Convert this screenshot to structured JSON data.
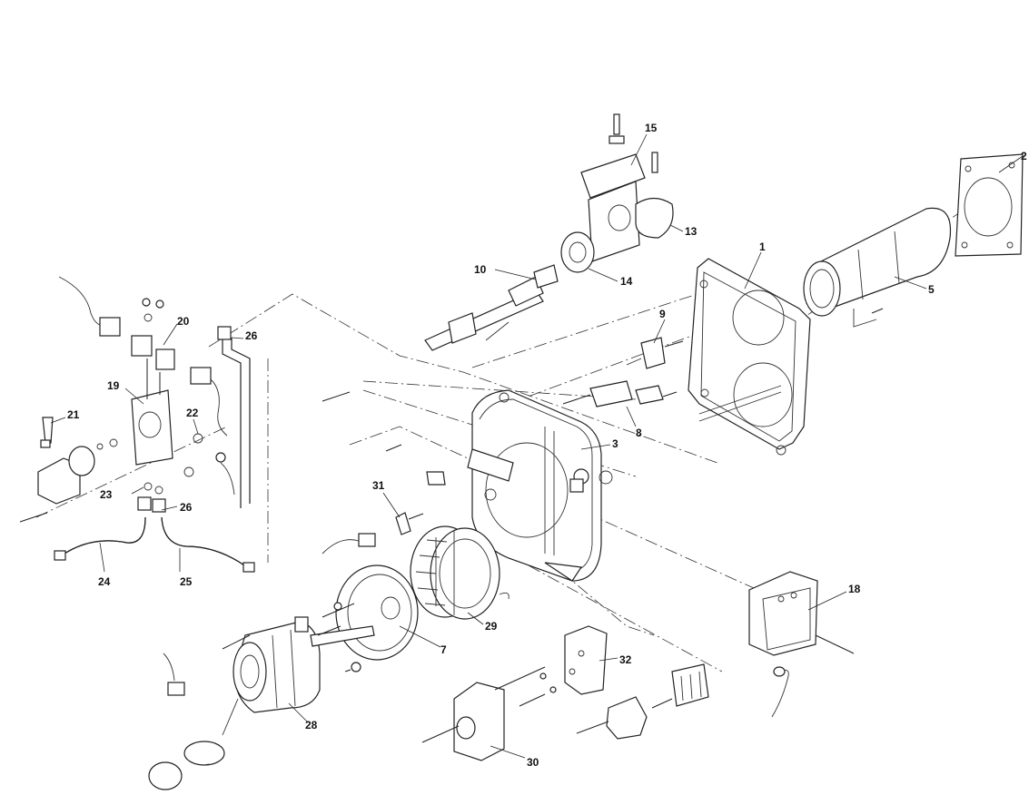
{
  "parts": [
    {
      "id": "part-1",
      "label": "1"
    },
    {
      "id": "part-2",
      "label": "2"
    },
    {
      "id": "part-3",
      "label": "3"
    },
    {
      "id": "part-5",
      "label": "5"
    },
    {
      "id": "part-7",
      "label": "7"
    },
    {
      "id": "part-8",
      "label": "8"
    },
    {
      "id": "part-9",
      "label": "9"
    },
    {
      "id": "part-10",
      "label": "10"
    },
    {
      "id": "part-13",
      "label": "13"
    },
    {
      "id": "part-14",
      "label": "14"
    },
    {
      "id": "part-15",
      "label": "15"
    },
    {
      "id": "part-18",
      "label": "18"
    },
    {
      "id": "part-19",
      "label": "19"
    },
    {
      "id": "part-20",
      "label": "20"
    },
    {
      "id": "part-21",
      "label": "21"
    },
    {
      "id": "part-22",
      "label": "22"
    },
    {
      "id": "part-23",
      "label": "23"
    },
    {
      "id": "part-24",
      "label": "24"
    },
    {
      "id": "part-25",
      "label": "25"
    },
    {
      "id": "part-26a",
      "label": "26"
    },
    {
      "id": "part-26b",
      "label": "26"
    },
    {
      "id": "part-28",
      "label": "28"
    },
    {
      "id": "part-29",
      "label": "29"
    },
    {
      "id": "part-30",
      "label": "30"
    },
    {
      "id": "part-31",
      "label": "31"
    },
    {
      "id": "part-32",
      "label": "32"
    }
  ]
}
